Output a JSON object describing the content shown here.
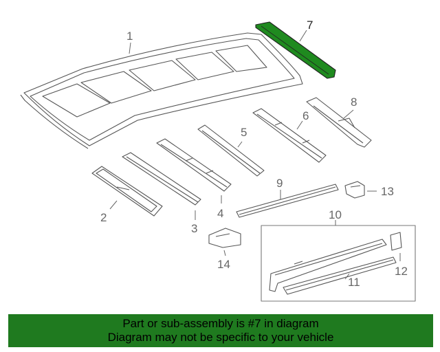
{
  "diagram": {
    "callouts": [
      "1",
      "2",
      "3",
      "4",
      "5",
      "6",
      "7",
      "8",
      "9",
      "10",
      "11",
      "12",
      "13",
      "14"
    ]
  },
  "banner": {
    "line1": "Part or sub-assembly is #7 in diagram",
    "line2": "Diagram may not be specific to your vehicle"
  },
  "colors": {
    "highlight": "#1f8a1f",
    "banner": "#1f7a1f",
    "line": "#555555",
    "label": "#666666"
  }
}
